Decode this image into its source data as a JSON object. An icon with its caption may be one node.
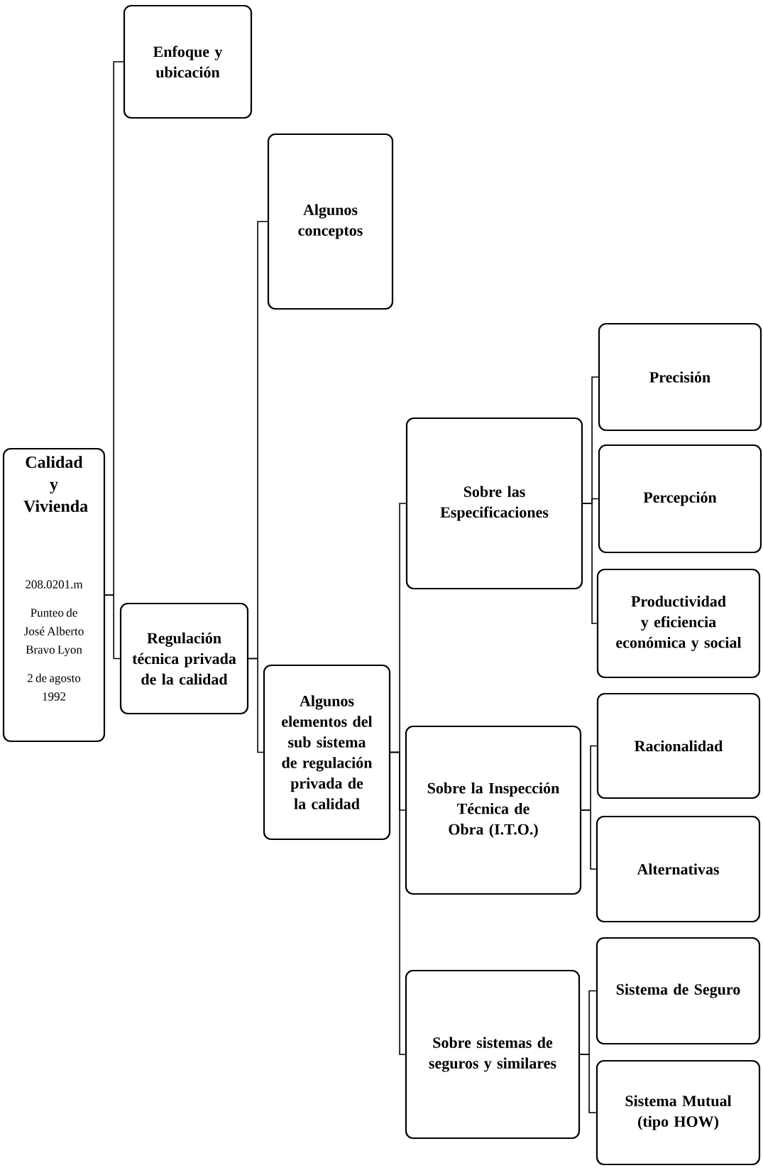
{
  "diagram": {
    "nodes": [
      {
        "text": [
          "Calidad y Vivienda",
          "208.0201.m",
          "Punteo de José Alberto Bravo Lyon",
          "2 de agosto 1992"
        ]
      },
      {
        "text": [
          "Enfoque y ubicación"
        ]
      },
      {
        "text": [
          "Regulación técnica privada de la calidad"
        ]
      },
      {
        "text": [
          "Algunos conceptos"
        ]
      },
      {
        "text": [
          "Algunos elementos del sub sistema de regulación privada de la calidad"
        ]
      },
      {
        "text": [
          "Sobre las Especificaciones"
        ]
      },
      {
        "text": [
          "Sobre la Inspección Técnica de Obra (I.T.O.)"
        ]
      },
      {
        "text": [
          "Sobre sistemas de seguros y similares"
        ]
      },
      {
        "text": [
          "Precisión"
        ]
      },
      {
        "text": [
          "Percepción"
        ]
      },
      {
        "text": [
          "Productividad y eficiencia económica y social"
        ]
      },
      {
        "text": [
          "Racionalidad"
        ]
      },
      {
        "text": [
          "Alternativas"
        ]
      },
      {
        "text": [
          "Sistema de Seguro"
        ]
      },
      {
        "text": [
          "Sistema Mutual (tipo HOW)"
        ]
      }
    ],
    "edges": [
      {
        "from": 0,
        "to": 1,
        "arrow": "none"
      },
      {
        "from": 0,
        "to": 2,
        "arrow": "none"
      },
      {
        "from": 2,
        "to": 3,
        "arrow": "none"
      },
      {
        "from": 2,
        "to": 4,
        "arrow": "none"
      },
      {
        "from": 4,
        "to": 5,
        "arrow": "none"
      },
      {
        "from": 4,
        "to": 6,
        "arrow": "none"
      },
      {
        "from": 4,
        "to": 7,
        "arrow": "none"
      },
      {
        "from": 5,
        "to": 8,
        "arrow": "none"
      },
      {
        "from": 5,
        "to": 9,
        "arrow": "none"
      },
      {
        "from": 5,
        "to": 10,
        "arrow": "none"
      },
      {
        "from": 6,
        "to": 11,
        "arrow": "none"
      },
      {
        "from": 6,
        "to": 12,
        "arrow": "none"
      },
      {
        "from": 7,
        "to": 13,
        "arrow": "none"
      },
      {
        "from": 7,
        "to": 14,
        "arrow": "none"
      }
    ]
  }
}
